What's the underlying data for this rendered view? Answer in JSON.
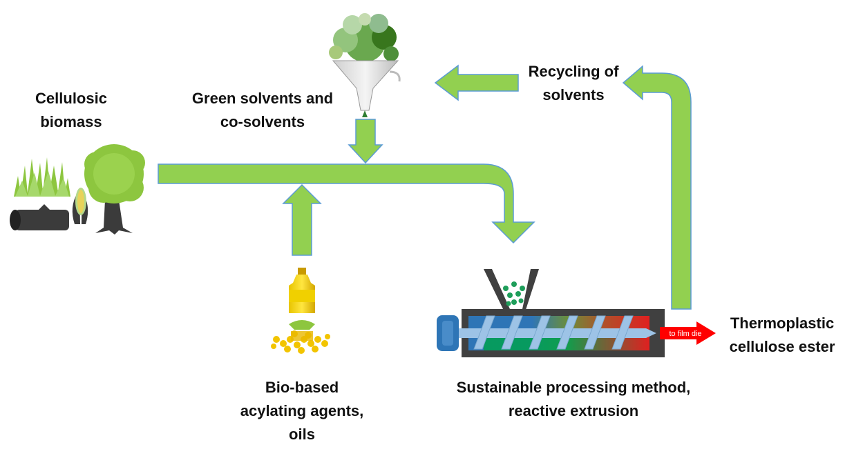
{
  "labels": {
    "cellulosic_biomass": [
      "Cellulosic",
      "biomass"
    ],
    "green_solvents": [
      "Green solvents and",
      "co-solvents"
    ],
    "recycling": [
      "Recycling of",
      "solvents"
    ],
    "bio_based": [
      "Bio-based",
      "acylating agents,",
      "oils"
    ],
    "processing": [
      "Sustainable processing method,",
      "reactive extrusion"
    ],
    "product": [
      "Thermoplastic",
      "cellulose ester"
    ],
    "die_arrow": "to film die"
  },
  "colors": {
    "arrow_fill": "#92d050",
    "arrow_stroke": "#5b9bd5",
    "output_arrow": "#ff0000",
    "barrel": "#404040",
    "screw": "#9dc3e6",
    "motor": "#2e75b6"
  },
  "icons": [
    "grass-icon",
    "log-icon",
    "corn-icon",
    "tree-icon",
    "leaves-funnel-icon",
    "oil-bottle-icon",
    "corn-kernels-icon",
    "extruder-icon"
  ]
}
